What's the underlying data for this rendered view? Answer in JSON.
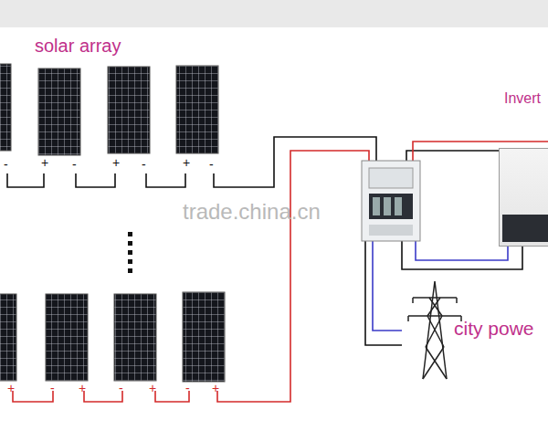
{
  "diagram": {
    "nodes": [
      {
        "text": [
          "Invert"
        ]
      }
    ],
    "labels": [
      "solar array",
      "city powe",
      "trade.china.cn",
      "-",
      "+",
      "-",
      "+",
      "-",
      "+",
      "-",
      "+",
      "-",
      "+",
      "-",
      "+",
      "-",
      "+"
    ]
  }
}
